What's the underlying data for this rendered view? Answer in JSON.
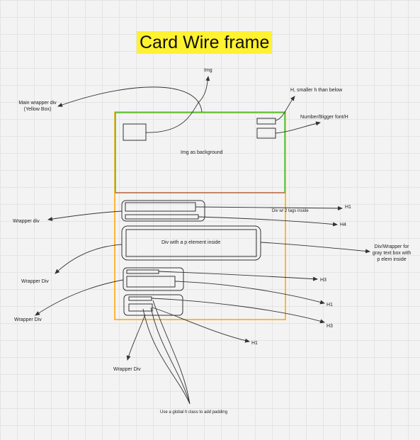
{
  "title": "Card Wire frame",
  "labels": {
    "img": "Img",
    "main_wrapper": "Main wrapper div",
    "main_wrapper_sub": "(Yellow Box)",
    "h_smaller": "H, smaller h than below",
    "number_bigger": "Number/Bigger font/H",
    "img_background": "Img as background",
    "h1_a": "H1",
    "div_w_2_tags": "Div w/ 2 tags inside",
    "h4": "H4",
    "wrapper_div_1": "Wrapper div",
    "div_p_inside": "Div with a p element inside",
    "gray_box_1": "Div/Wrapper for",
    "gray_box_2": "gray text box with",
    "gray_box_3": "p elem inside",
    "wrapper_div_2": "Wrapper Div",
    "h3_a": "H3",
    "h1_b": "H1",
    "wrapper_div_3": "Wrapper Div",
    "h3_b": "H3",
    "h1_c": "H1",
    "wrapper_div_4": "Wrapper Div",
    "global_h_class": "Use a global h class to add padding"
  },
  "colors": {
    "title_highlight": "#fff230",
    "top_box_border": "#3ec83e",
    "main_box_border": "#ffa500",
    "divider": "#e0524a",
    "line": "#333333"
  }
}
